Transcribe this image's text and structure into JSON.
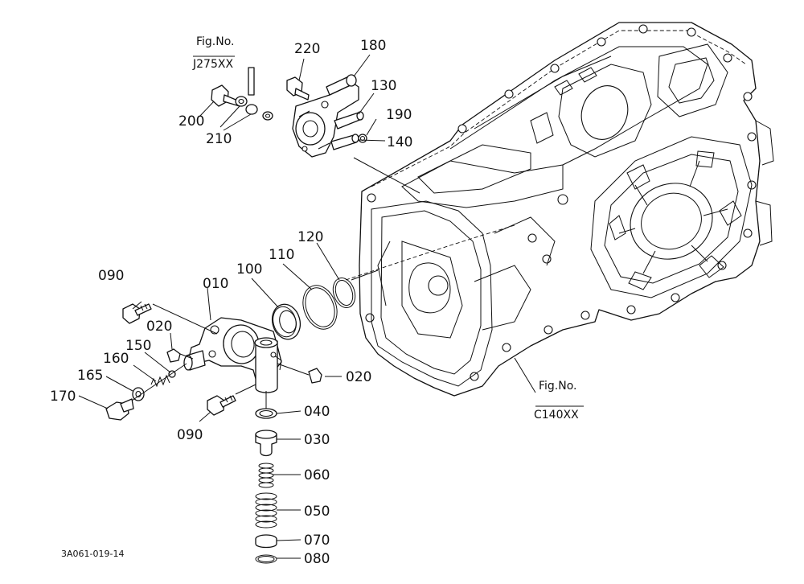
{
  "figure_code": "3A061-019-14",
  "references": [
    {
      "key": "j275",
      "caption": "Fig.No.",
      "number": "J275XX"
    },
    {
      "key": "c140",
      "caption": "Fig.No.",
      "number": "C140XX"
    }
  ],
  "callouts": {
    "p220": "220",
    "p180": "180",
    "p130": "130",
    "p190": "190",
    "p140": "140",
    "p200": "200",
    "p210": "210",
    "p120": "120",
    "p110": "110",
    "p100": "100",
    "p010": "010",
    "p090a": "090",
    "p020a": "020",
    "p150": "150",
    "p160": "160",
    "p165": "165",
    "p170": "170",
    "p020b": "020",
    "p090b": "090",
    "p040": "040",
    "p030": "030",
    "p060": "060",
    "p050": "050",
    "p070": "070",
    "p080": "080"
  }
}
